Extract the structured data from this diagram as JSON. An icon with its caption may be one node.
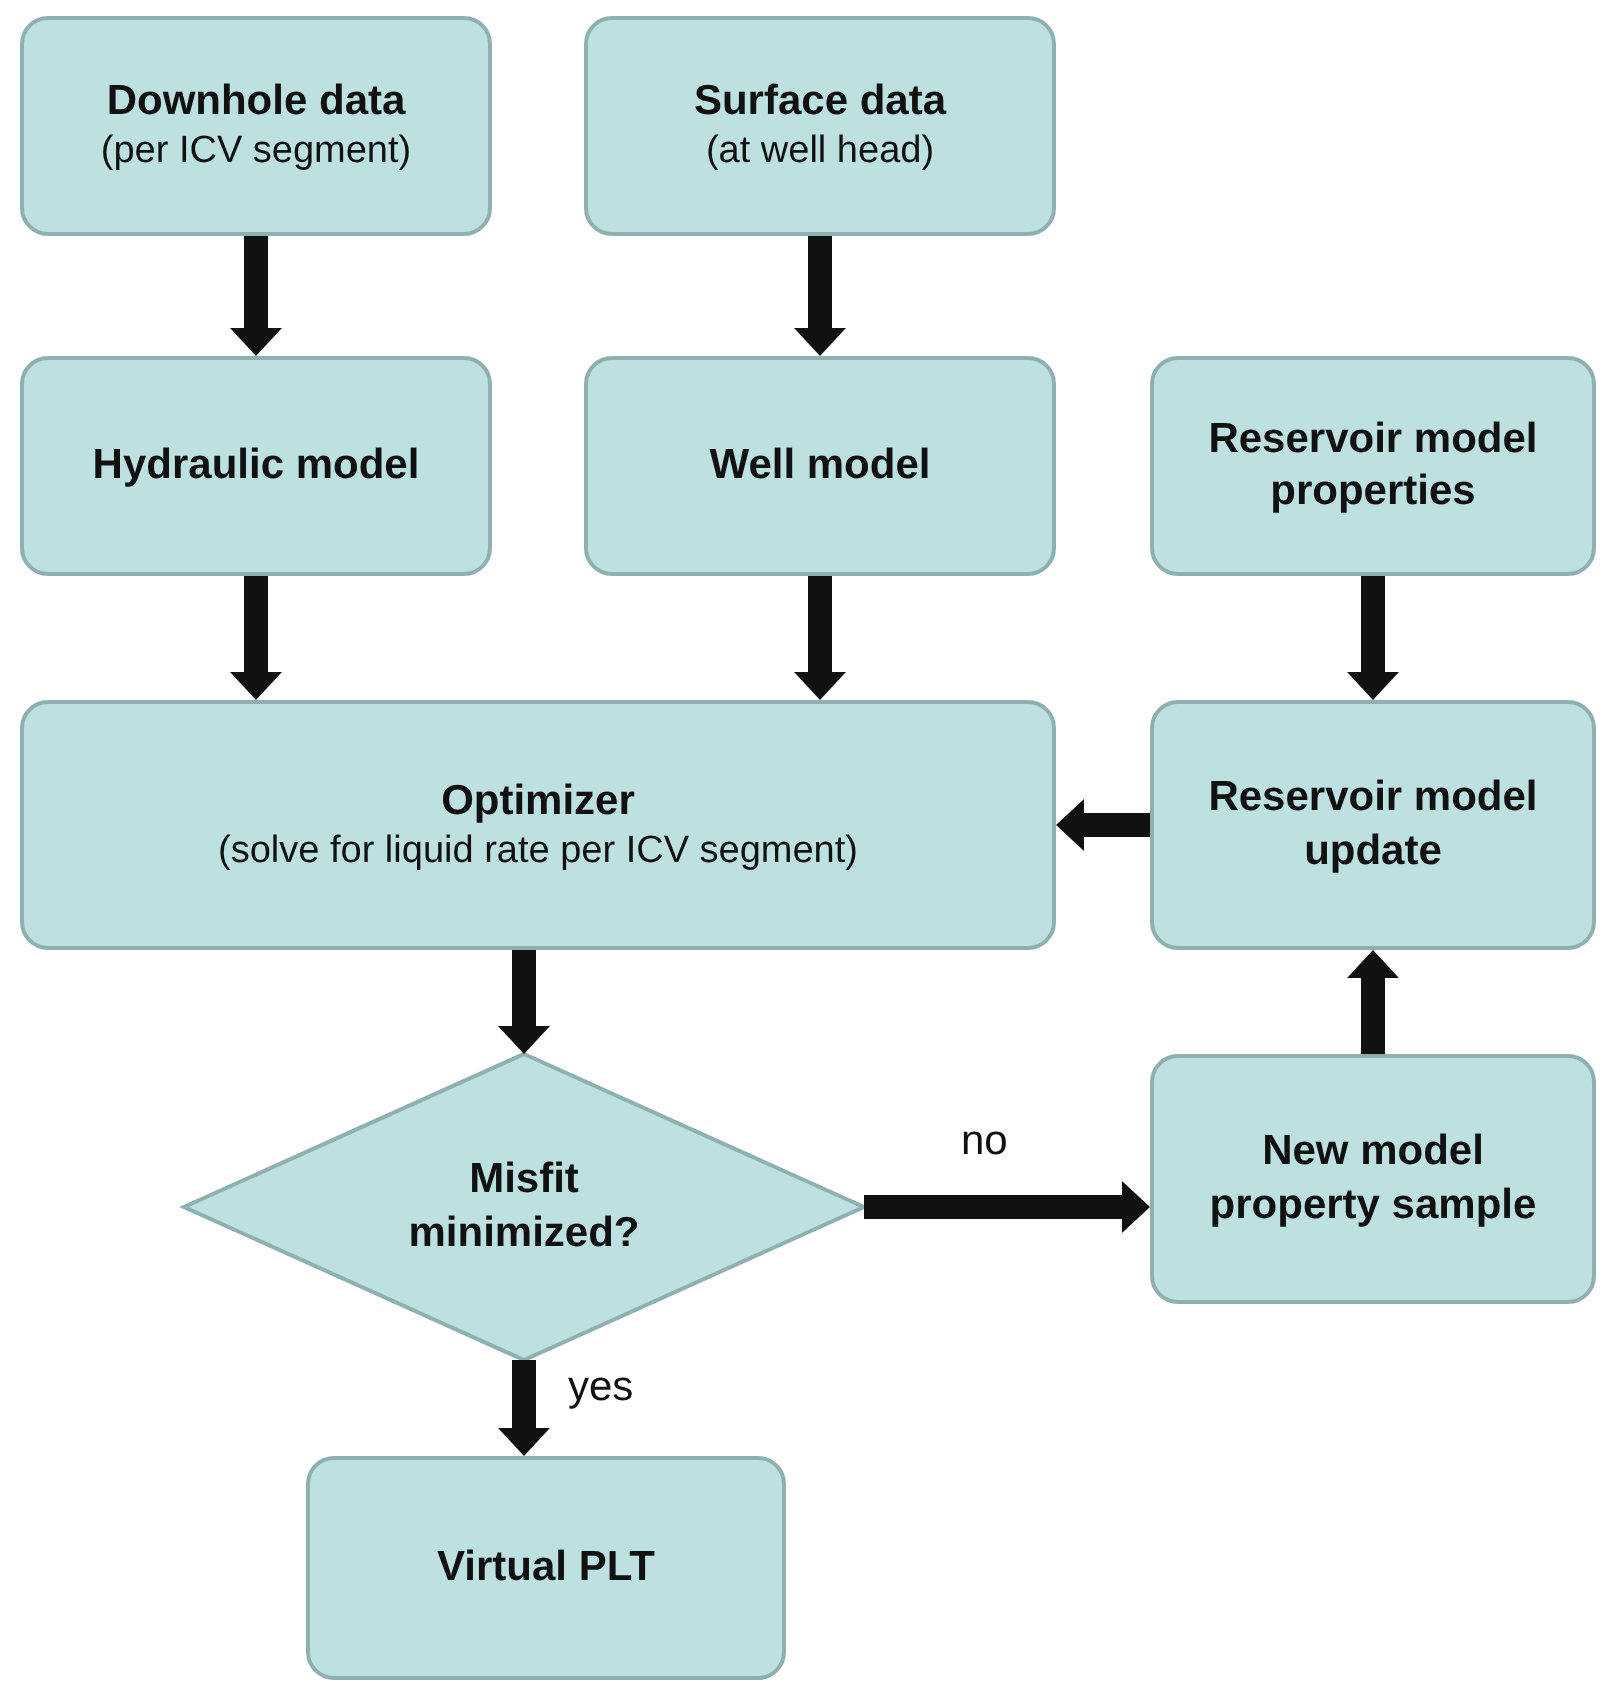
{
  "diagram": {
    "nodes": [
      {
        "text": [
          "Downhole data",
          "(per ICV segment)"
        ]
      },
      {
        "text": [
          "Surface data",
          "(at well head)"
        ]
      },
      {
        "text": [
          "Hydraulic model"
        ]
      },
      {
        "text": [
          "Well model"
        ]
      },
      {
        "text": [
          "Reservoir model properties"
        ]
      },
      {
        "text": [
          "Optimizer",
          "(solve for liquid rate per ICV segment)"
        ]
      },
      {
        "text": [
          "Reservoir model update"
        ]
      },
      {
        "text": [
          "Misfit minimized?"
        ]
      },
      {
        "text": [
          "New model property sample"
        ]
      },
      {
        "text": [
          "Virtual PLT"
        ]
      }
    ],
    "edges": [
      {
        "from": 0,
        "to": 2,
        "arrow": "to"
      },
      {
        "from": 1,
        "to": 3,
        "arrow": "to"
      },
      {
        "from": 2,
        "to": 5,
        "arrow": "to"
      },
      {
        "from": 3,
        "to": 5,
        "arrow": "to"
      },
      {
        "from": 4,
        "to": 6,
        "arrow": "to"
      },
      {
        "from": 6,
        "to": 5,
        "arrow": "to"
      },
      {
        "from": 5,
        "to": 7,
        "arrow": "to"
      },
      {
        "from": 7,
        "to": 8,
        "arrow": "to",
        "label": "no"
      },
      {
        "from": 8,
        "to": 6,
        "arrow": "to"
      },
      {
        "from": 7,
        "to": 9,
        "arrow": "to",
        "label": "yes"
      }
    ]
  }
}
